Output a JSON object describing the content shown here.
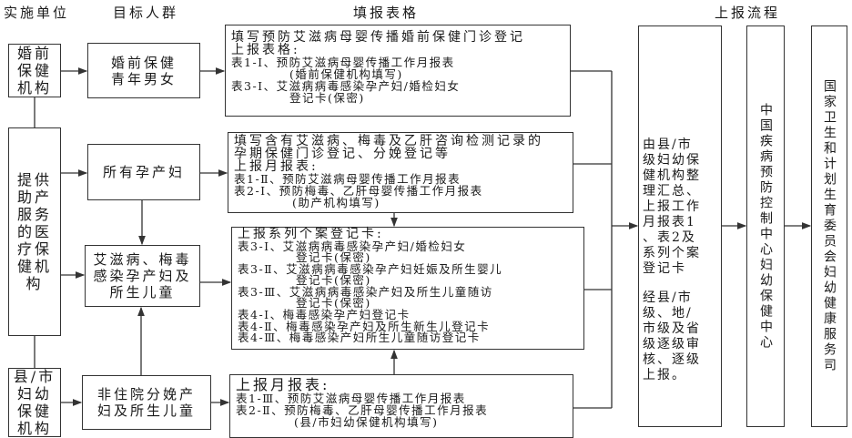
{
  "headers": {
    "unit": "实施单位",
    "target": "目标人群",
    "forms": "填报表格",
    "flow": "上报流程"
  },
  "units": {
    "premarital": "婚前保健机构",
    "midwifery": "提供助产服务的医疗保健机构",
    "county": "县/市妇幼保健机构"
  },
  "targets": {
    "premarital": "婚前保健青年男女",
    "pregnant": "所有孕产妇",
    "infected": "艾滋病、梅毒感染孕产妇及所生儿童",
    "nonhospital": "非住院分娩产妇及所生儿童"
  },
  "forms": {
    "premarital": [
      "填写预防艾滋病母婴传播婚前保健门诊登记",
      "上报表格:",
      "表1-Ⅰ、预防艾滋病母婴传播工作月报表",
      "(婚前保健机构填写)",
      "表3-Ⅰ、艾滋病病毒感染孕产妇/婚检妇女",
      "登记卡(保密)"
    ],
    "pregnant": [
      "填写含有艾滋病、梅毒及乙肝咨询检测记录的",
      "孕期保健门诊登记、分娩登记等",
      "上报月报表:",
      "表1-Ⅱ、预防艾滋病母婴传播工作月报表",
      "表2-Ⅰ、预防梅毒、乙肝母婴传播工作月报表",
      "(助产机构填写)"
    ],
    "cases": [
      "上报系列个案登记卡:",
      "表3-Ⅰ、艾滋病病毒感染孕产妇/婚检妇女",
      "登记卡(保密)",
      "表3-Ⅱ、艾滋病病毒感染孕产妇妊娠及所生婴儿",
      "登记卡(保密)",
      "表3-Ⅲ、艾滋病病毒感染产妇及所生儿童随访",
      "登记卡(保密)",
      "表4-Ⅰ、梅毒感染孕产妇登记卡",
      "表4-Ⅱ、梅毒感染孕产妇及所生新生儿登记卡",
      "表4-Ⅲ、梅毒感染产妇所生儿童随访登记卡"
    ],
    "county": [
      "上报月报表:",
      "表1-Ⅲ、预防艾滋病母婴传播工作月报表",
      "表2-Ⅱ、预防梅毒、乙肝母婴传播工作月报表",
      "(县/市妇幼保健机构填写)"
    ]
  },
  "flow": {
    "summary": [
      "由县/市",
      "级妇幼保",
      "健机构整",
      "理汇总、",
      "上报工作",
      "月报表1",
      "、表2及",
      "系列个案",
      "登记卡"
    ],
    "review": [
      "经县/市",
      "级、地/",
      "市级及省",
      "级逐级审",
      "核、逐级",
      "上报。"
    ],
    "cdc": "中国疾病预防控制中心妇幼保健中心",
    "nhfpc": "国家卫生和计划生育委员会妇幼健康服务司"
  }
}
